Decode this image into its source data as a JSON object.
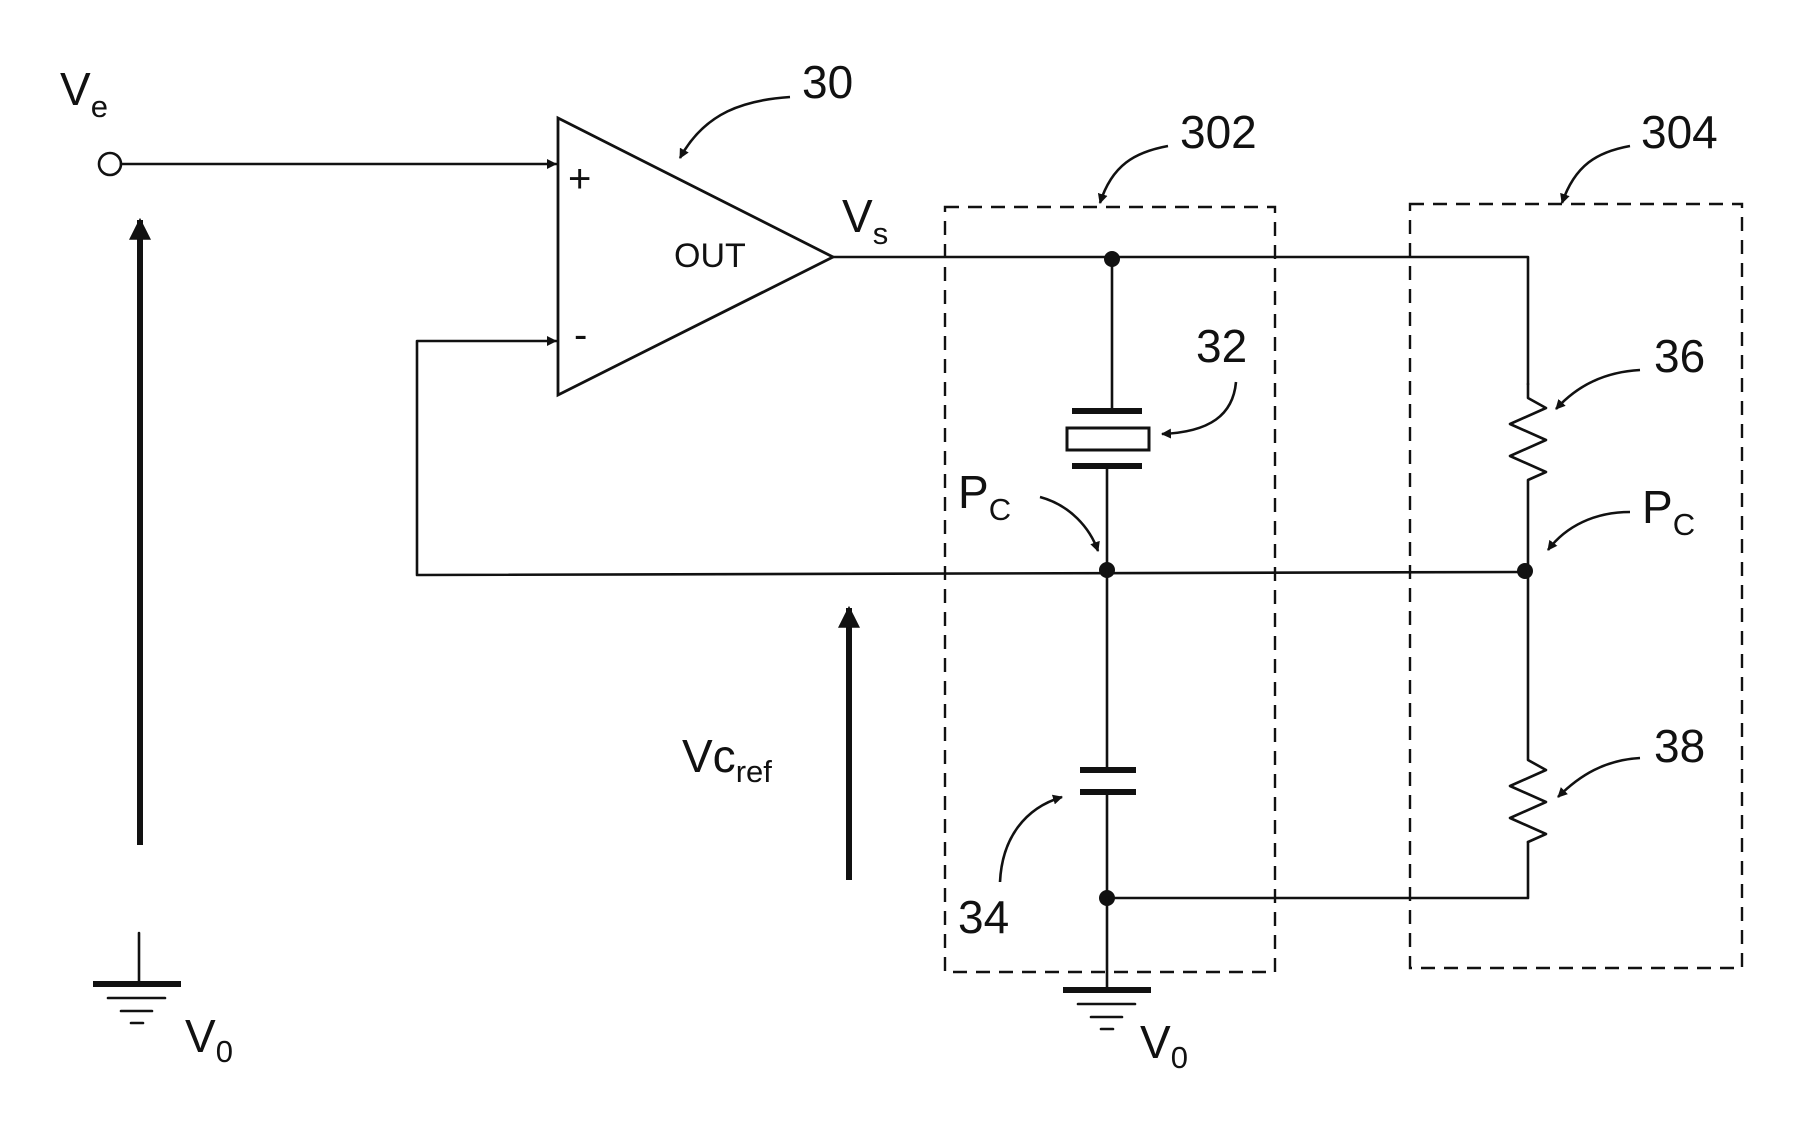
{
  "ref": {
    "amp": "30",
    "box_left": "302",
    "box_right": "304",
    "cap_top": "32",
    "cap_bottom": "34",
    "res_top": "36",
    "res_bottom": "38"
  },
  "opamp": {
    "out_label": "OUT",
    "plus": "+",
    "minus": "-"
  },
  "signals": {
    "ve": {
      "main": "V",
      "sub": "e"
    },
    "vs": {
      "main": "V",
      "sub": "s"
    },
    "pc": {
      "main": "P",
      "sub": "C"
    },
    "vcref": {
      "main": "Vc",
      "sub": "ref"
    },
    "v0": {
      "main": "V",
      "sub": "0"
    }
  }
}
